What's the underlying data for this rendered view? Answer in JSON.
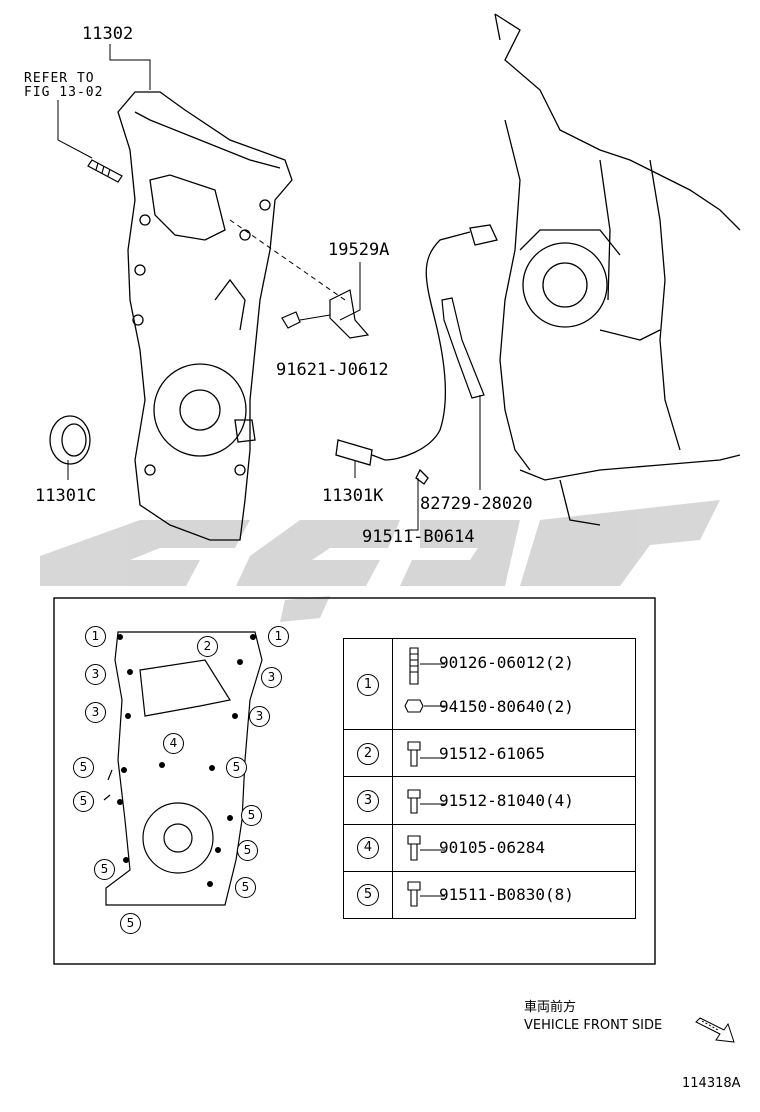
{
  "parts": {
    "p11302": "11302",
    "refer": [
      "REFER TO",
      "FIG 13-02"
    ],
    "p19529a": "19529A",
    "p91621": "91621-J0612",
    "p11301c": "11301C",
    "p11301k": "11301K",
    "p82729": "82729-28020",
    "p91511b0614": "91511-B0614"
  },
  "legend": [
    {
      "key": "1",
      "items": [
        "90126-06012(2)",
        "94150-80640(2)"
      ]
    },
    {
      "key": "2",
      "items": [
        "91512-61065"
      ]
    },
    {
      "key": "3",
      "items": [
        "91512-81040(4)"
      ]
    },
    {
      "key": "4",
      "items": [
        "90105-06284"
      ]
    },
    {
      "key": "5",
      "items": [
        "91511-B0830(8)"
      ]
    }
  ],
  "detail_keys": {
    "k1a": "1",
    "k1b": "1",
    "k2": "2",
    "k3a": "3",
    "k3b": "3",
    "k3c": "3",
    "k3d": "3",
    "k4": "4",
    "k5a": "5",
    "k5b": "5",
    "k5c": "5",
    "k5d": "5",
    "k5e": "5",
    "k5f": "5",
    "k5g": "5",
    "k5h": "5"
  },
  "orientation": {
    "jp": "車両前方",
    "en": "VEHICLE FRONT SIDE"
  },
  "figure_id": "114318A"
}
